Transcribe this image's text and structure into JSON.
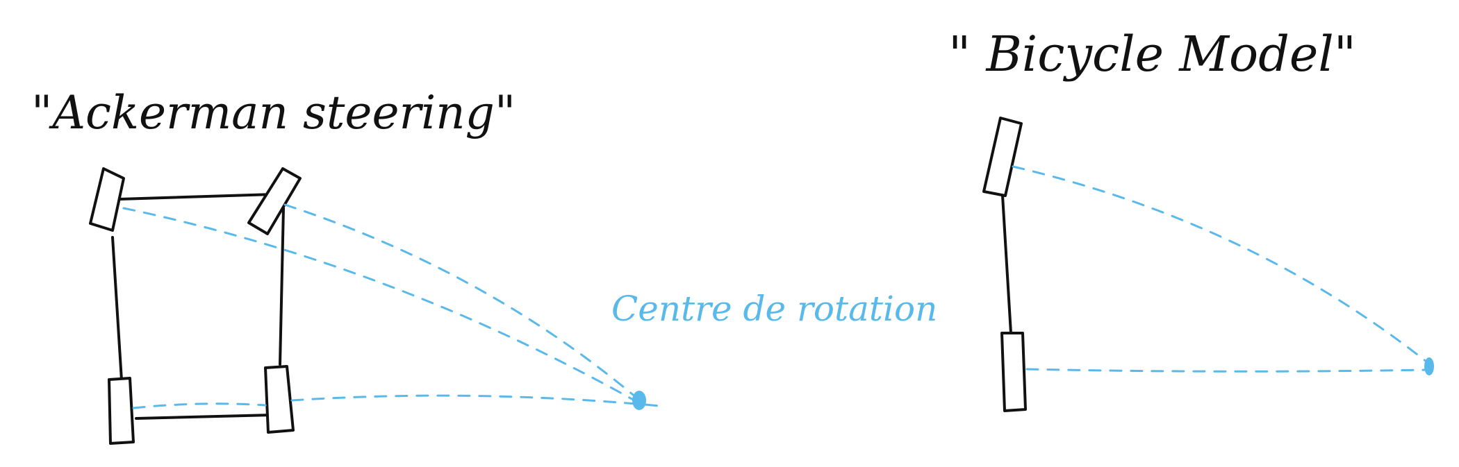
{
  "ackerman": {
    "title": "\"Ackerman steering\""
  },
  "bicycle": {
    "title": "\" Bicycle Model\""
  },
  "centre_label": "Centre de rotation",
  "colors": {
    "ink": "#111111",
    "construction_lines": "#59b9ea"
  }
}
